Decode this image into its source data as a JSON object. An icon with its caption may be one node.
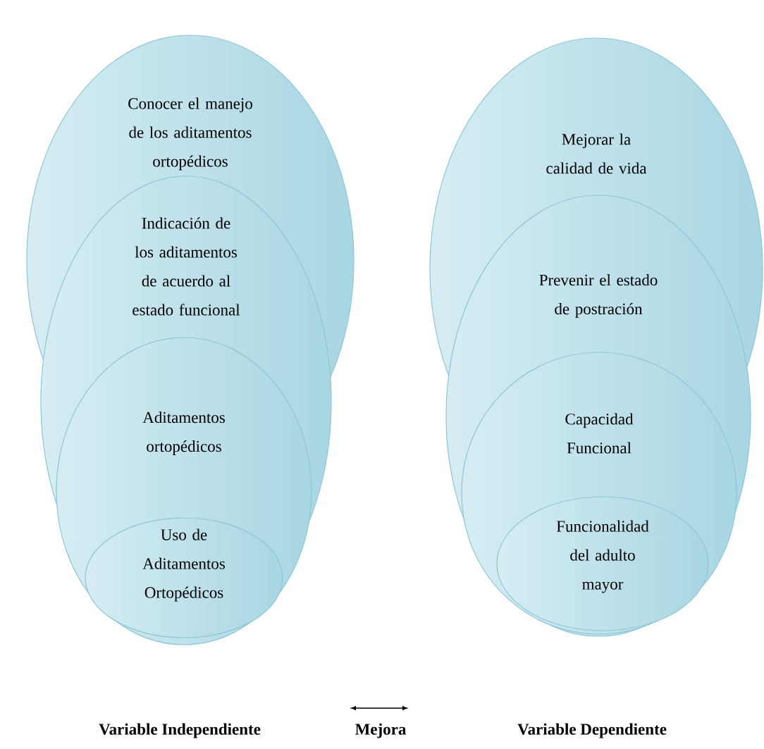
{
  "diagram": {
    "nodes": [
      {
        "text": [
          "Conocer el manejo de los aditamentos ortopédicos"
        ]
      },
      {
        "text": [
          "Indicación de los aditamentos de acuerdo al estado funcional"
        ]
      },
      {
        "text": [
          "Aditamentos ortopédicos"
        ]
      },
      {
        "text": [
          "Uso de Aditamentos Ortopédicos"
        ],
        "in": 2
      },
      {
        "text": [
          "Mejorar la calidad de vida"
        ]
      },
      {
        "text": [
          "Prevenir el estado de postración"
        ]
      },
      {
        "text": [
          "Capacidad Funcional"
        ],
        "in": 5
      },
      {
        "text": [
          "Funcionalidad del adulto mayor"
        ],
        "in": 6
      }
    ],
    "labels": [
      "Variable Independiente",
      "Mejora",
      "Variable Dependiente"
    ]
  }
}
